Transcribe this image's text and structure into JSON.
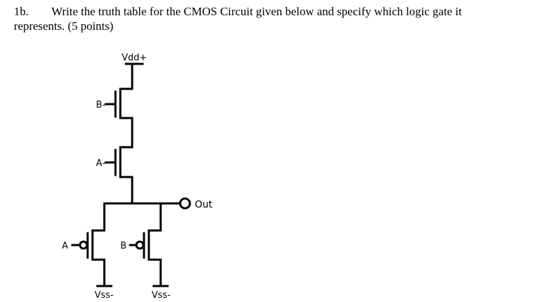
{
  "question": {
    "number": "1b.",
    "line1": "Write the truth table for the CMOS Circuit given below and specify which logic gate it",
    "line2": "represents. (5 points)"
  },
  "circuit": {
    "supply_label": "Vdd+",
    "ground_label_left": "Vss-",
    "ground_label_right": "Vss-",
    "output_label": "Out",
    "pmos_top_input": "B",
    "pmos_bottom_input": "A",
    "nmos_left_input": "A",
    "nmos_right_input": "B"
  }
}
